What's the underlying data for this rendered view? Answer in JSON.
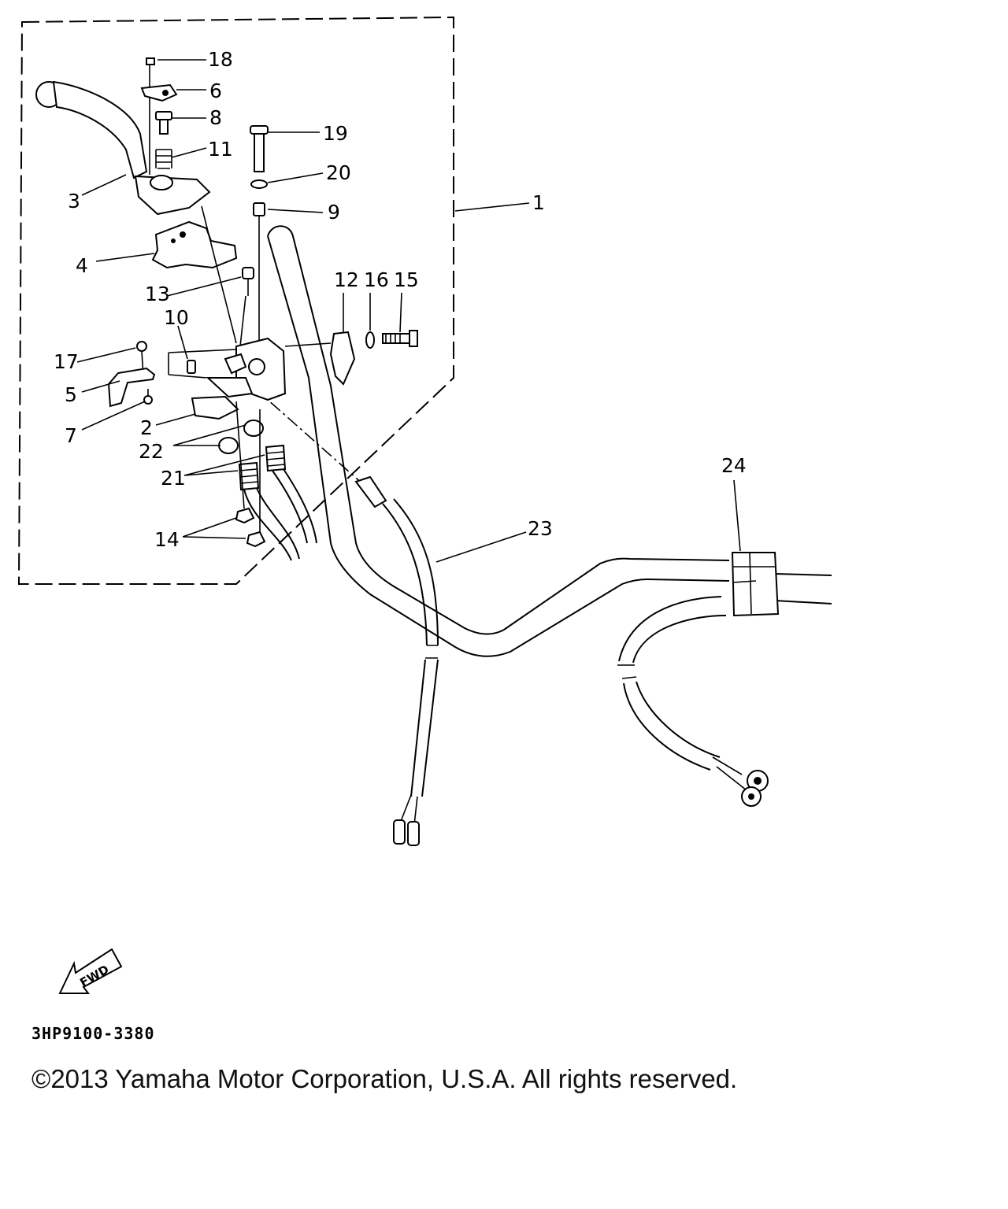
{
  "callouts": [
    {
      "id": "18",
      "label": "18"
    },
    {
      "id": "6",
      "label": "6"
    },
    {
      "id": "8",
      "label": "8"
    },
    {
      "id": "11",
      "label": "11"
    },
    {
      "id": "19",
      "label": "19"
    },
    {
      "id": "20",
      "label": "20"
    },
    {
      "id": "9",
      "label": "9"
    },
    {
      "id": "1",
      "label": "1"
    },
    {
      "id": "3",
      "label": "3"
    },
    {
      "id": "4",
      "label": "4"
    },
    {
      "id": "13",
      "label": "13"
    },
    {
      "id": "12",
      "label": "12"
    },
    {
      "id": "16",
      "label": "16"
    },
    {
      "id": "15",
      "label": "15"
    },
    {
      "id": "10",
      "label": "10"
    },
    {
      "id": "17",
      "label": "17"
    },
    {
      "id": "5",
      "label": "5"
    },
    {
      "id": "7",
      "label": "7"
    },
    {
      "id": "2",
      "label": "2"
    },
    {
      "id": "22",
      "label": "22"
    },
    {
      "id": "21",
      "label": "21"
    },
    {
      "id": "14",
      "label": "14"
    },
    {
      "id": "23",
      "label": "23"
    },
    {
      "id": "24",
      "label": "24"
    }
  ],
  "direction_label": "FWD",
  "diagram_code": "3HP9100-3380",
  "copyright": "©2013 Yamaha Motor Corporation, U.S.A. All rights reserved."
}
